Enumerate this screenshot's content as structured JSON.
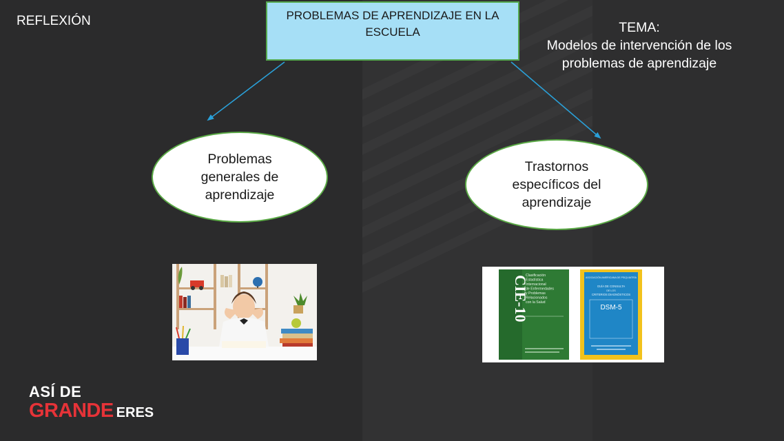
{
  "slide": {
    "corner_label": "REFLEXIÓN",
    "title_line1": "PROBLEMAS DE APRENDIZAJE EN LA",
    "title_line2": "ESCUELA",
    "topic_label": "TEMA:",
    "topic_line1": "Modelos de intervención de los",
    "topic_line2": "problemas de aprendizaje"
  },
  "nodes": {
    "left": {
      "line1": "Problemas",
      "line2": "generales de",
      "line3": "aprendizaje"
    },
    "right": {
      "line1": "Trastornos",
      "line2": "específicos del",
      "line3": "aprendizaje"
    }
  },
  "books": {
    "cie": {
      "spine": "CIE-10",
      "title": [
        "Clasificación",
        "Estadística",
        "Internacional",
        "de Enfermedades",
        "y Problemas",
        "Relacionados",
        "con la Salud"
      ]
    },
    "dsm": {
      "header": "ASOCIACIÓN AMERICANA DE PSIQUIATRÍA",
      "guide_line1": "GUÍA DE CONSULTA",
      "guide_line2": "DE LOS",
      "guide_line3": "CRITERIOS DIAGNÓSTICOS",
      "title": "DSM-5"
    }
  },
  "logo": {
    "line1": "ASÍ DE",
    "line2a": "GRANDE",
    "line2b": "ERES"
  },
  "colors": {
    "background": "#2b2b2c",
    "title_box": "#a6dff6",
    "border_green": "#5aa945",
    "arrow_blue": "#2aa0d8",
    "logo_red": "#e63338"
  }
}
